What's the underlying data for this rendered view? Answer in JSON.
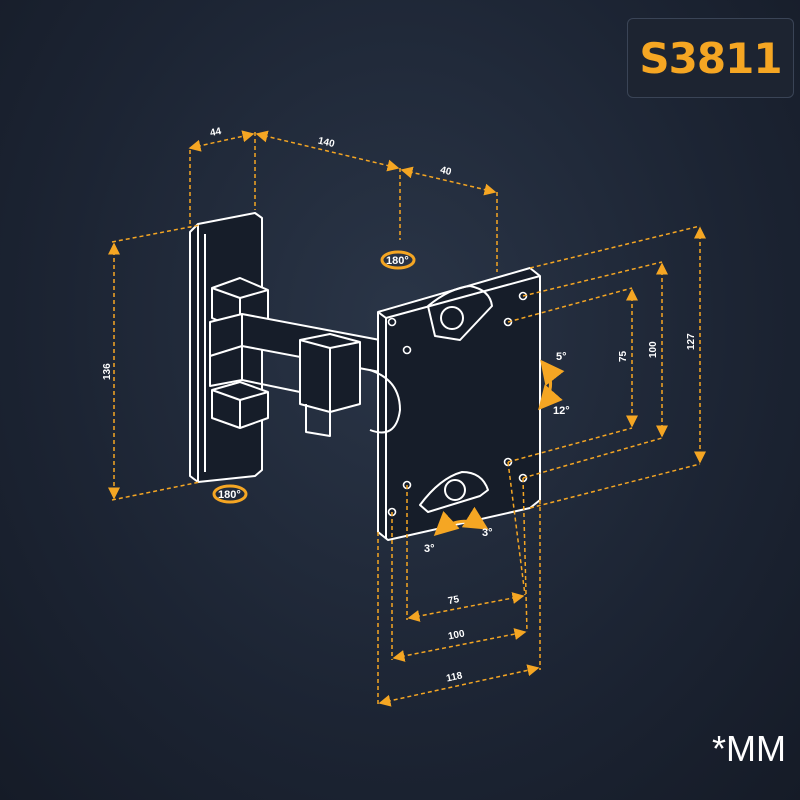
{
  "model": "S3811",
  "unit": "*MM",
  "dimensions": {
    "depth_plate": "44",
    "arm_length": "140",
    "head_offset": "40",
    "plate_height": "136",
    "vesa_h_75": "75",
    "vesa_h_100": "100",
    "head_width": "118",
    "vesa_v_75": "75",
    "vesa_v_100": "100",
    "head_height": "127"
  },
  "angles": {
    "swivel_top": "180°",
    "swivel_bottom": "180°",
    "tilt_up": "5°",
    "tilt_down": "12°",
    "rotate_left": "3°",
    "rotate_right": "3°"
  },
  "colors": {
    "accent": "#f5a623",
    "line": "#ffffff",
    "background": "#1c2433"
  }
}
